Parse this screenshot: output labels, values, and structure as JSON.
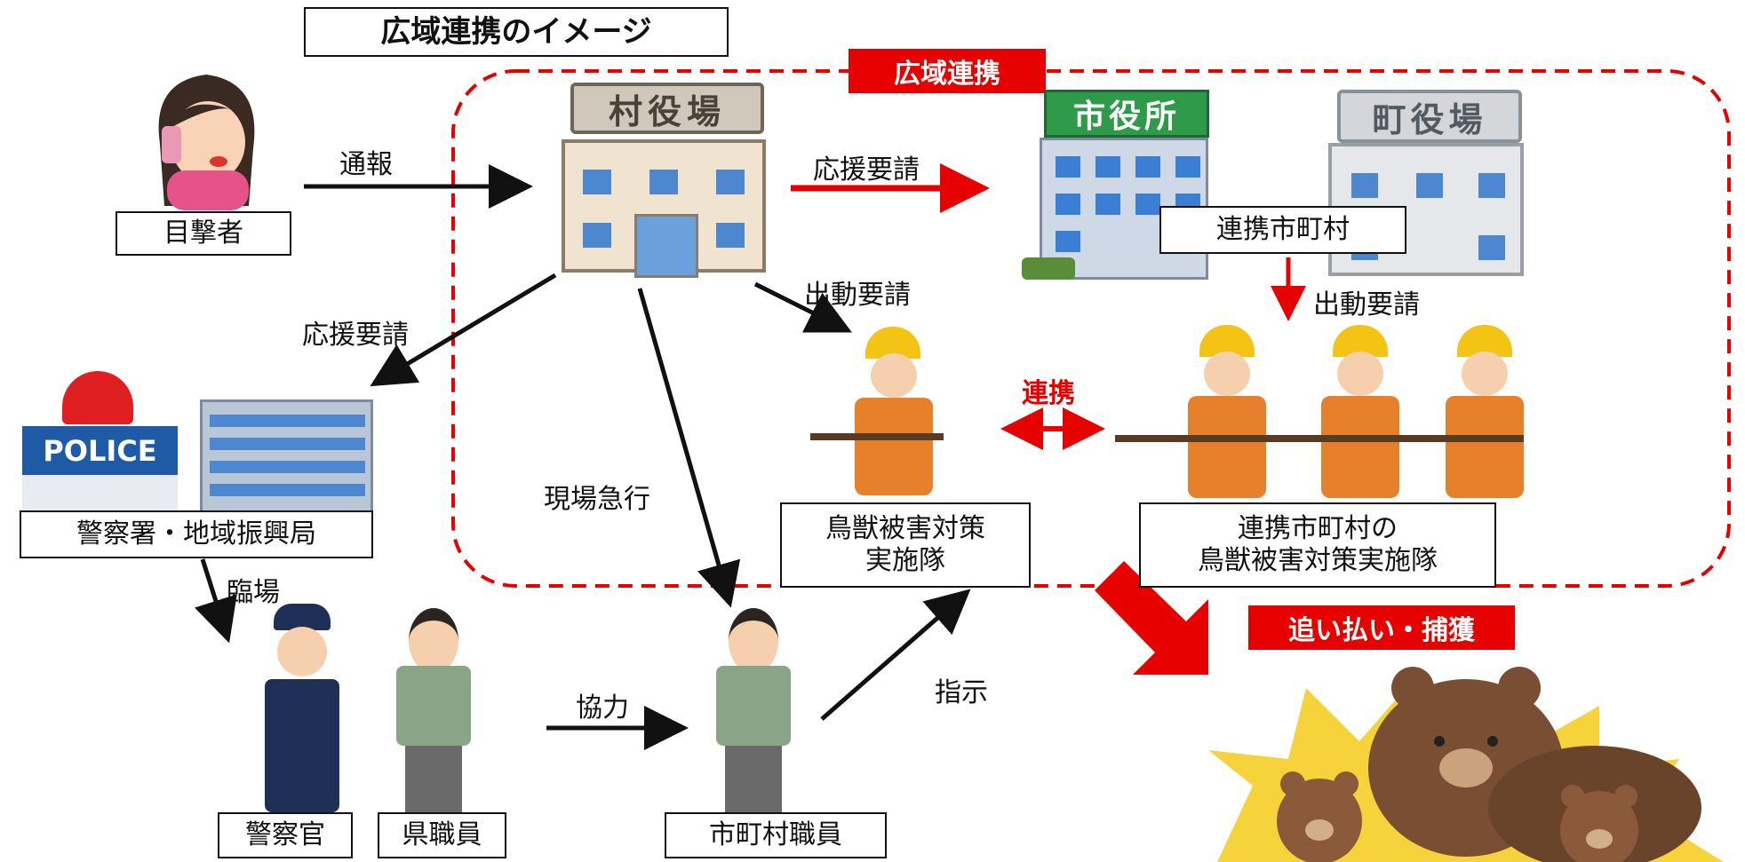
{
  "title": "広域連携のイメージ",
  "region_label": "広域連携",
  "nodes": {
    "witness": "目撃者",
    "village_office": "村役場",
    "city_office": "市役所",
    "town_office": "町役場",
    "partner_municipalities": "連携市町村",
    "police_station": "警察署・地域振興局",
    "police_sign": "POLICE",
    "wildlife_team_line1": "鳥獣被害対策",
    "wildlife_team_line2": "実施隊",
    "partner_team_line1": "連携市町村の",
    "partner_team_line2": "鳥獣被害対策実施隊",
    "police_officer": "警察官",
    "pref_staff": "県職員",
    "municipal_staff": "市町村職員"
  },
  "edges": {
    "report": "通報",
    "support_request_city": "応援要請",
    "support_request_police": "応援要請",
    "dispatch_request": "出動要請",
    "dispatch_request_partner": "出動要請",
    "rush_to_scene": "現場急行",
    "attend": "臨場",
    "cooperation": "協力",
    "instruction": "指示",
    "collaboration": "連携"
  },
  "action_label": "追い払い・捕獲",
  "colors": {
    "accent": "#e60000",
    "line": "#111111"
  }
}
